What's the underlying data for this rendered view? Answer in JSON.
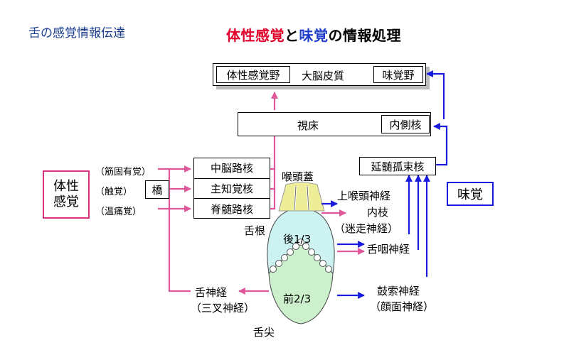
{
  "slide_title": "舌の感覚情報伝達",
  "main_title": {
    "part1": "体性感覚",
    "part2": "と",
    "part3": "味覚",
    "part4": "の情報処理"
  },
  "cortex": {
    "left_label": "体性感覚野",
    "center_label": "大脳皮質",
    "right_label": "味覚野"
  },
  "thalamus": {
    "label": "視床",
    "inner_label": "内側核"
  },
  "medulla": "延髄孤束核",
  "midbrain_tract": "中脳路核",
  "main_sensory": "主知覚核",
  "spinal_tract": "脊髄路核",
  "pons": "橋",
  "somatic_box": {
    "line1": "体性",
    "line2": "感覚"
  },
  "somatic_types": [
    "（筋固有覚）",
    "（触覚）",
    "（温痛覚）"
  ],
  "taste_box": "味覚",
  "epiglottis": "喉頭蓋",
  "tongue_root": "舌根",
  "posterior": "後1/3",
  "anterior": "前2/3",
  "tongue_tip": "舌尖",
  "nerves": {
    "sup_laryngeal_1": "上喉頭神経",
    "sup_laryngeal_2": "内枝",
    "sup_laryngeal_3": "（迷走神経）",
    "glossopharyngeal": "舌咽神経",
    "chorda_1": "鼓索神経",
    "chorda_2": "（顔面神経）",
    "lingual_1": "舌神経",
    "lingual_2": "（三叉神経）"
  },
  "colors": {
    "somatic_path": "#e0569a",
    "taste_path": "#1a1adc",
    "posterior_fill": "#ccf2f2",
    "anterior_fill": "#ccefcc",
    "epiglottis_fill": "#eeee99"
  }
}
